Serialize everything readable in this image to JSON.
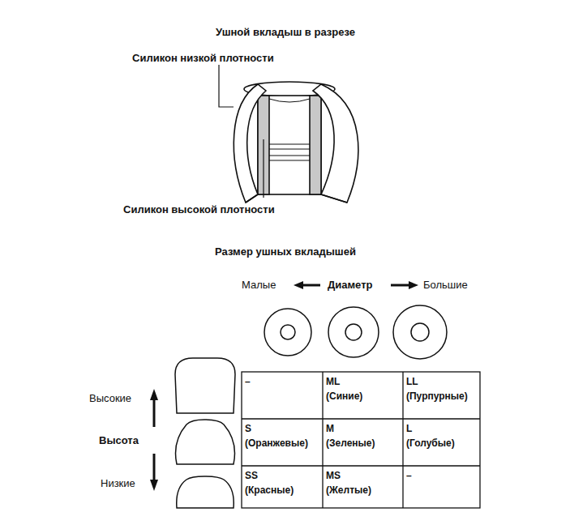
{
  "diagram": {
    "title": "Ушной вкладыш в разрезе",
    "labels": [
      "Силикон низкой плотности",
      "Силикон высокой плотности",
      "Размер ушных вкладышей",
      "Малые",
      "Диаметр",
      "Большие",
      "Высокие",
      "Высота",
      "Низкие",
      "–",
      "ML",
      "(Синие)",
      "LL",
      "(Пурпурные)",
      "S",
      "(Оранжевые)",
      "M",
      "(Зеленые)",
      "L",
      "(Голубые)",
      "SS",
      "(Красные)",
      "MS",
      "(Желтые)",
      "–"
    ]
  }
}
